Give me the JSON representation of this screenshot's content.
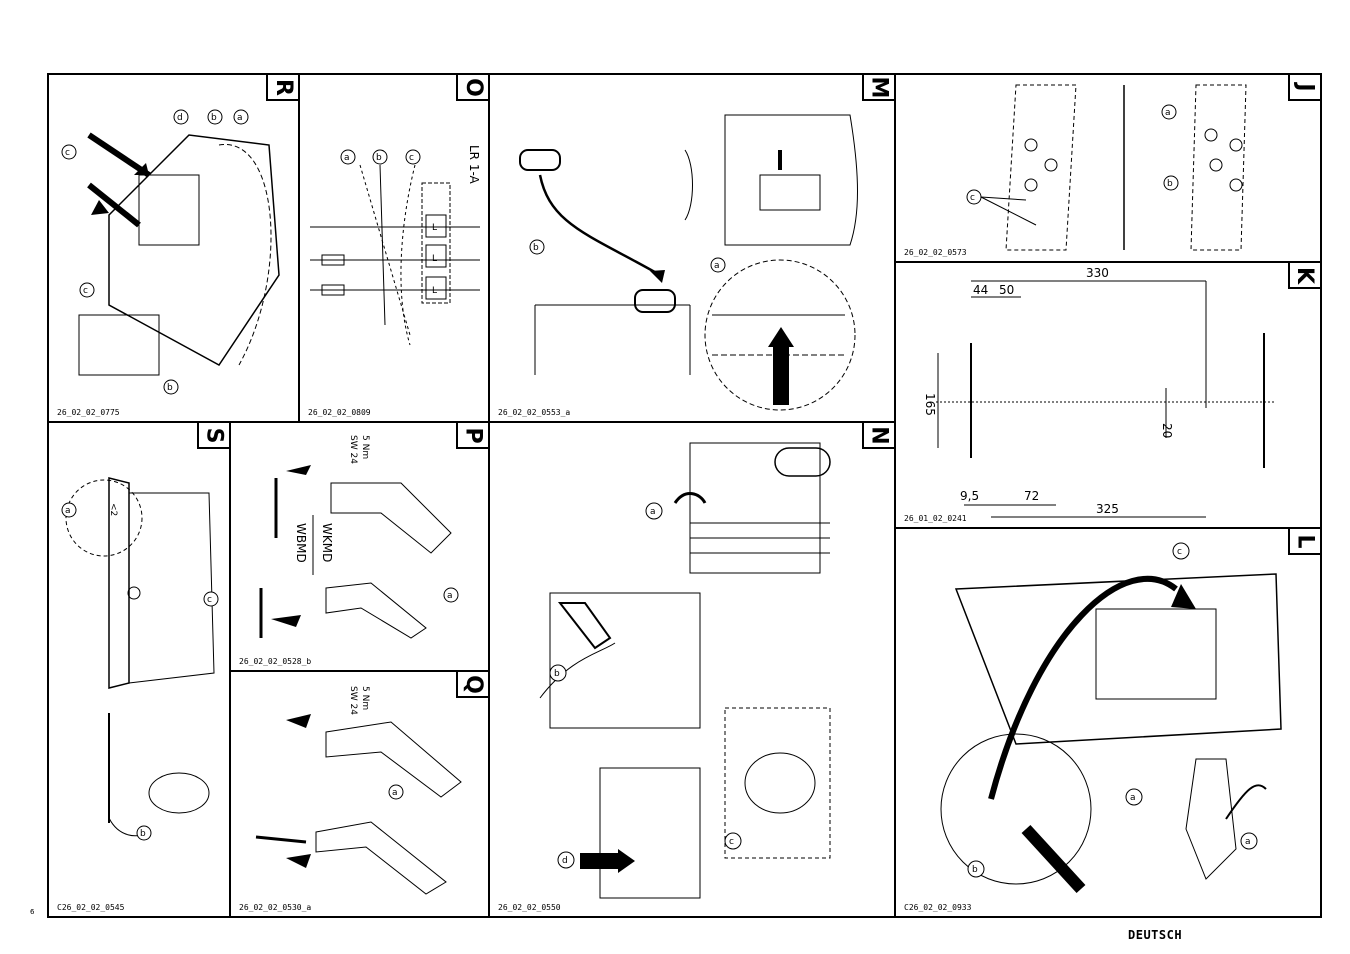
{
  "panels": {
    "R": {
      "letter": "R",
      "ref": "26_02_02_0775"
    },
    "O": {
      "letter": "O",
      "ref": "26_02_02_0809",
      "title": "LR 1-A",
      "terminal": "L"
    },
    "M": {
      "letter": "M",
      "ref": "26_02_02_0553_a"
    },
    "J": {
      "letter": "J",
      "ref": "26_02_02_0573"
    },
    "K": {
      "letter": "K",
      "ref": "26_01_02_0241",
      "dims": {
        "d330": "330",
        "d44": "44",
        "d50": "50",
        "d165": "165",
        "d20": "20",
        "d9_5": "9,5",
        "d72": "72",
        "d325": "325"
      }
    },
    "S": {
      "letter": "S",
      "ref": "C26_02_02_0545",
      "gap": "<2"
    },
    "P": {
      "letter": "P",
      "ref": "26_02_02_0528_b",
      "torque": "5 Nm",
      "wrench": "SW 24",
      "model1": "WKMD",
      "model2": "WBMD"
    },
    "Q": {
      "letter": "Q",
      "ref": "26_02_02_0530_a",
      "torque": "5 Nm",
      "wrench": "SW 24"
    },
    "N": {
      "letter": "N",
      "ref": "26_02_02_0550"
    },
    "L": {
      "letter": "L",
      "ref": "C26_02_02_0933"
    }
  },
  "callouts": {
    "a": "a",
    "b": "b",
    "c": "c",
    "d": "d"
  },
  "page_number": "6",
  "footer": {
    "language": "DEUTSCH"
  }
}
